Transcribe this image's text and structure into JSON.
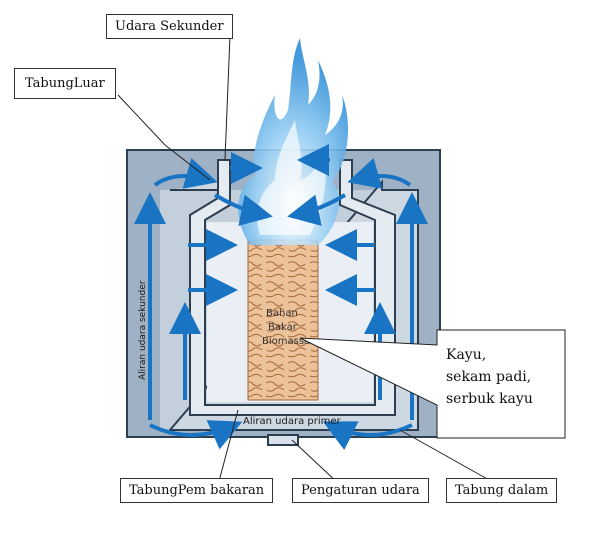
{
  "labels": {
    "secondary_air": "Udara Sekunder",
    "outer_tube": "TabungLuar",
    "combustion_tube": "TabungPem bakaran",
    "air_control": "Pengaturan udara",
    "inner_tube": "Tabung dalam",
    "fuel_line1": "Bahan",
    "fuel_line2": "Bakar",
    "fuel_line3": "Biomassa",
    "primary_air_flow": "Aliran udara primer",
    "secondary_air_flow": "Aliran udara sekunder",
    "fuel_examples_1": "Kayu,",
    "fuel_examples_2": "sekam padi,",
    "fuel_examples_3": "serbuk kayu"
  },
  "colors": {
    "outer_wall": "#9fb1c4",
    "inner_body": "#c8d4df",
    "chamber": "#dde6ee",
    "arrow_blue": "#1a74c4",
    "flame_blue": "#4aa8e8",
    "fuel": "#e8b88a"
  }
}
